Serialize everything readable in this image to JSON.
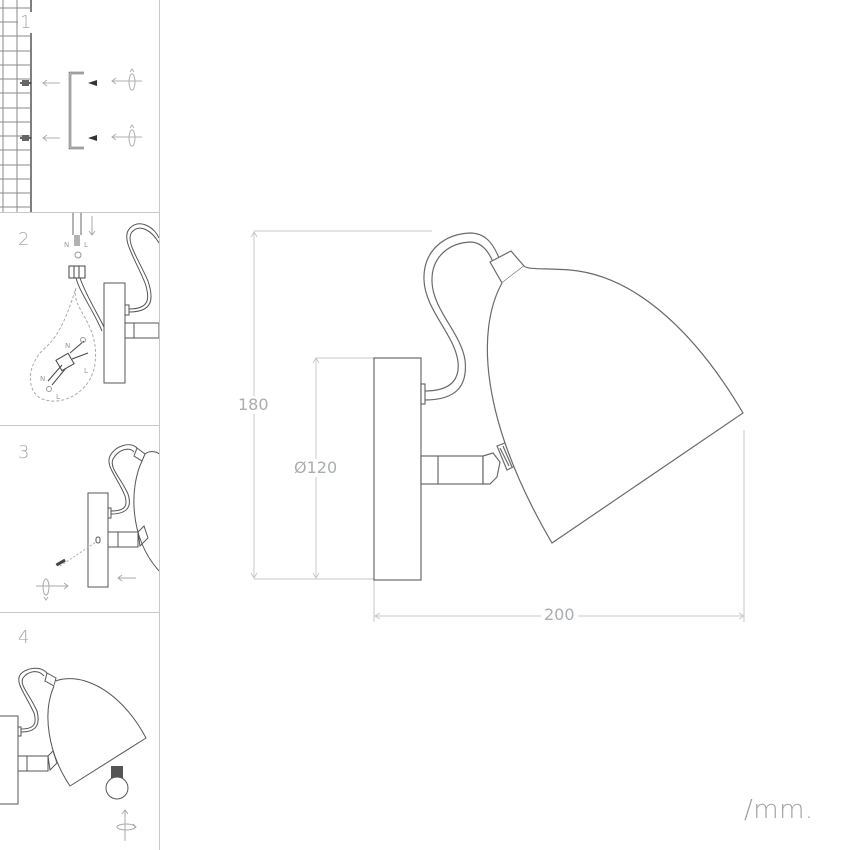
{
  "figure": {
    "type": "product-dimension-and-installation-diagram",
    "subject": "wall spotlight lamp"
  },
  "installation_steps": [
    {
      "number": "1",
      "description": "fix mounting bracket to wall with screws and wall plugs"
    },
    {
      "number": "2",
      "description": "connect N, L and earth wires to terminal block",
      "wire_labels": [
        "N",
        "L",
        "N",
        "L"
      ]
    },
    {
      "number": "3",
      "description": "attach lamp base to bracket and secure with screw"
    },
    {
      "number": "4",
      "description": "screw in light bulb"
    }
  ],
  "dimensions": {
    "height": "180",
    "base_diameter": "Ø120",
    "depth": "200"
  },
  "units": "/mm.",
  "colors": {
    "line": "#6a6a6a",
    "dimension_line": "#c6c9cb",
    "dimension_text": "#a9adb0",
    "divider": "#c8c8c8"
  }
}
